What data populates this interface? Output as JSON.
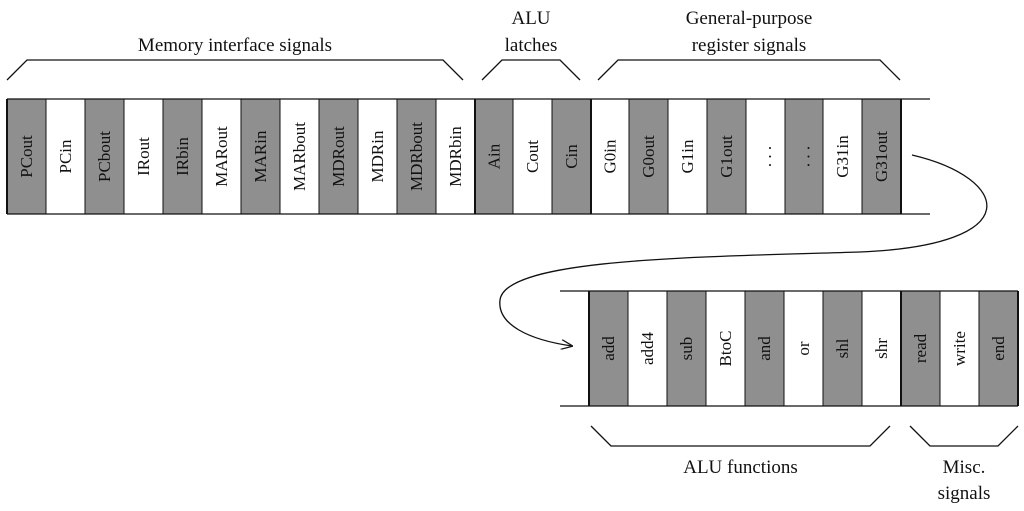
{
  "colors": {
    "shaded": "#8f8f8f",
    "plain": "#ffffff",
    "line": "#111111"
  },
  "upper_row": {
    "cells": [
      {
        "label": "PCout",
        "shaded": true
      },
      {
        "label": "PCin",
        "shaded": false
      },
      {
        "label": "PCbout",
        "shaded": true
      },
      {
        "label": "IRout",
        "shaded": false
      },
      {
        "label": "IRbin",
        "shaded": true
      },
      {
        "label": "MARout",
        "shaded": false
      },
      {
        "label": "MARin",
        "shaded": true
      },
      {
        "label": "MARbout",
        "shaded": false
      },
      {
        "label": "MDRout",
        "shaded": true
      },
      {
        "label": "MDRin",
        "shaded": false
      },
      {
        "label": "MDRbout",
        "shaded": true
      },
      {
        "label": "MDRbin",
        "shaded": false
      },
      {
        "label": "Ain",
        "shaded": true
      },
      {
        "label": "Cout",
        "shaded": false
      },
      {
        "label": "Cin",
        "shaded": true
      },
      {
        "label": "G0in",
        "shaded": false
      },
      {
        "label": "G0out",
        "shaded": true
      },
      {
        "label": "G1in",
        "shaded": false
      },
      {
        "label": "G1out",
        "shaded": true
      },
      {
        "label": ". . .",
        "shaded": false
      },
      {
        "label": ". . .",
        "shaded": true
      },
      {
        "label": "G31in",
        "shaded": false
      },
      {
        "label": "G31out",
        "shaded": true
      }
    ],
    "groups": [
      {
        "label": [
          "Memory interface signals"
        ],
        "first": 0,
        "last": 11
      },
      {
        "label": [
          "ALU",
          "latches"
        ],
        "first": 12,
        "last": 14
      },
      {
        "label": [
          "General-purpose",
          "register signals"
        ],
        "first": 15,
        "last": 22
      }
    ]
  },
  "lower_row": {
    "cells": [
      {
        "label": "add",
        "shaded": true
      },
      {
        "label": "add4",
        "shaded": false
      },
      {
        "label": "sub",
        "shaded": true
      },
      {
        "label": "BtoC",
        "shaded": false
      },
      {
        "label": "and",
        "shaded": true
      },
      {
        "label": "or",
        "shaded": false
      },
      {
        "label": "shl",
        "shaded": true
      },
      {
        "label": "shr",
        "shaded": false
      },
      {
        "label": "read",
        "shaded": true
      },
      {
        "label": "write",
        "shaded": false
      },
      {
        "label": "end",
        "shaded": true
      }
    ],
    "groups": [
      {
        "label": [
          "ALU functions"
        ],
        "first": 0,
        "last": 7
      },
      {
        "label": [
          "Misc.",
          "signals"
        ],
        "first": 8,
        "last": 10
      }
    ]
  }
}
